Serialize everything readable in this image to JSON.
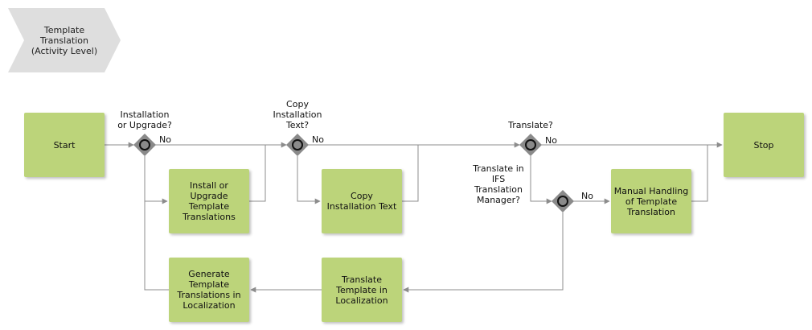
{
  "title": "Template\nTranslation\n(Activity Level)",
  "nodes": {
    "start": "Start",
    "install": "Install or\nUpgrade\nTemplate\nTranslations",
    "copy": "Copy\nInstallation Text",
    "manual": "Manual Handling\nof Template\nTranslation",
    "stop": "Stop",
    "generate": "Generate\nTemplate\nTranslations in\nLocalization",
    "translate_loc": "Translate\nTemplate in\nLocalization"
  },
  "gateways": {
    "g1": "Installation\nor Upgrade?",
    "g2": "Copy\nInstallation\nText?",
    "g3": "Translate?",
    "g4": "Translate in\nIFS\nTranslation\nManager?"
  },
  "edges": {
    "no1": "No",
    "no2": "No",
    "no3": "No",
    "no4": "No"
  },
  "colors": {
    "task_fill": "#bcd47a",
    "gateway_fill": "#8a8a8a",
    "line": "#8c8c8c",
    "title_fill": "#dedede"
  }
}
